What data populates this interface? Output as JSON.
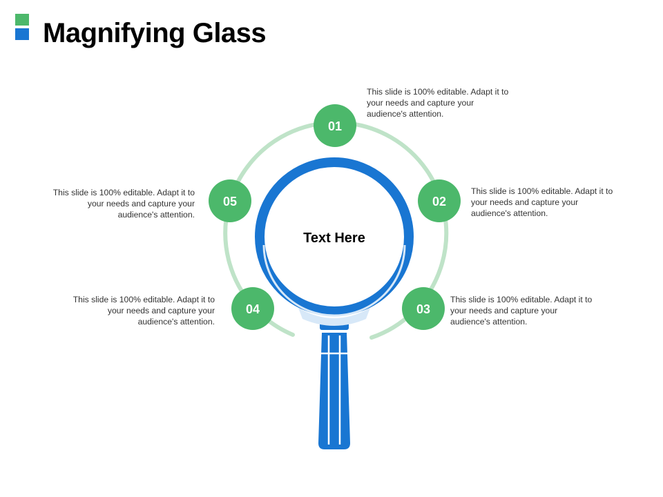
{
  "title": "Magnifying Glass",
  "center_label": "Text Here",
  "colors": {
    "green": "#4cb86b",
    "green_light": "#bfe3c8",
    "blue": "#1976d2",
    "blue_light": "#d7e8f8"
  },
  "steps": [
    {
      "number": "01",
      "text": "This slide is 100% editable. Adapt it to your needs and capture your audience's attention."
    },
    {
      "number": "02",
      "text": "This slide is 100% editable. Adapt it to your needs and capture your audience's attention."
    },
    {
      "number": "03",
      "text": "This slide is 100% editable. Adapt it to your needs and capture your audience's attention."
    },
    {
      "number": "04",
      "text": "This slide is 100% editable. Adapt it to your needs and capture your audience's attention."
    },
    {
      "number": "05",
      "text": "This slide is 100% editable. Adapt it to your needs and capture your audience's attention."
    }
  ]
}
